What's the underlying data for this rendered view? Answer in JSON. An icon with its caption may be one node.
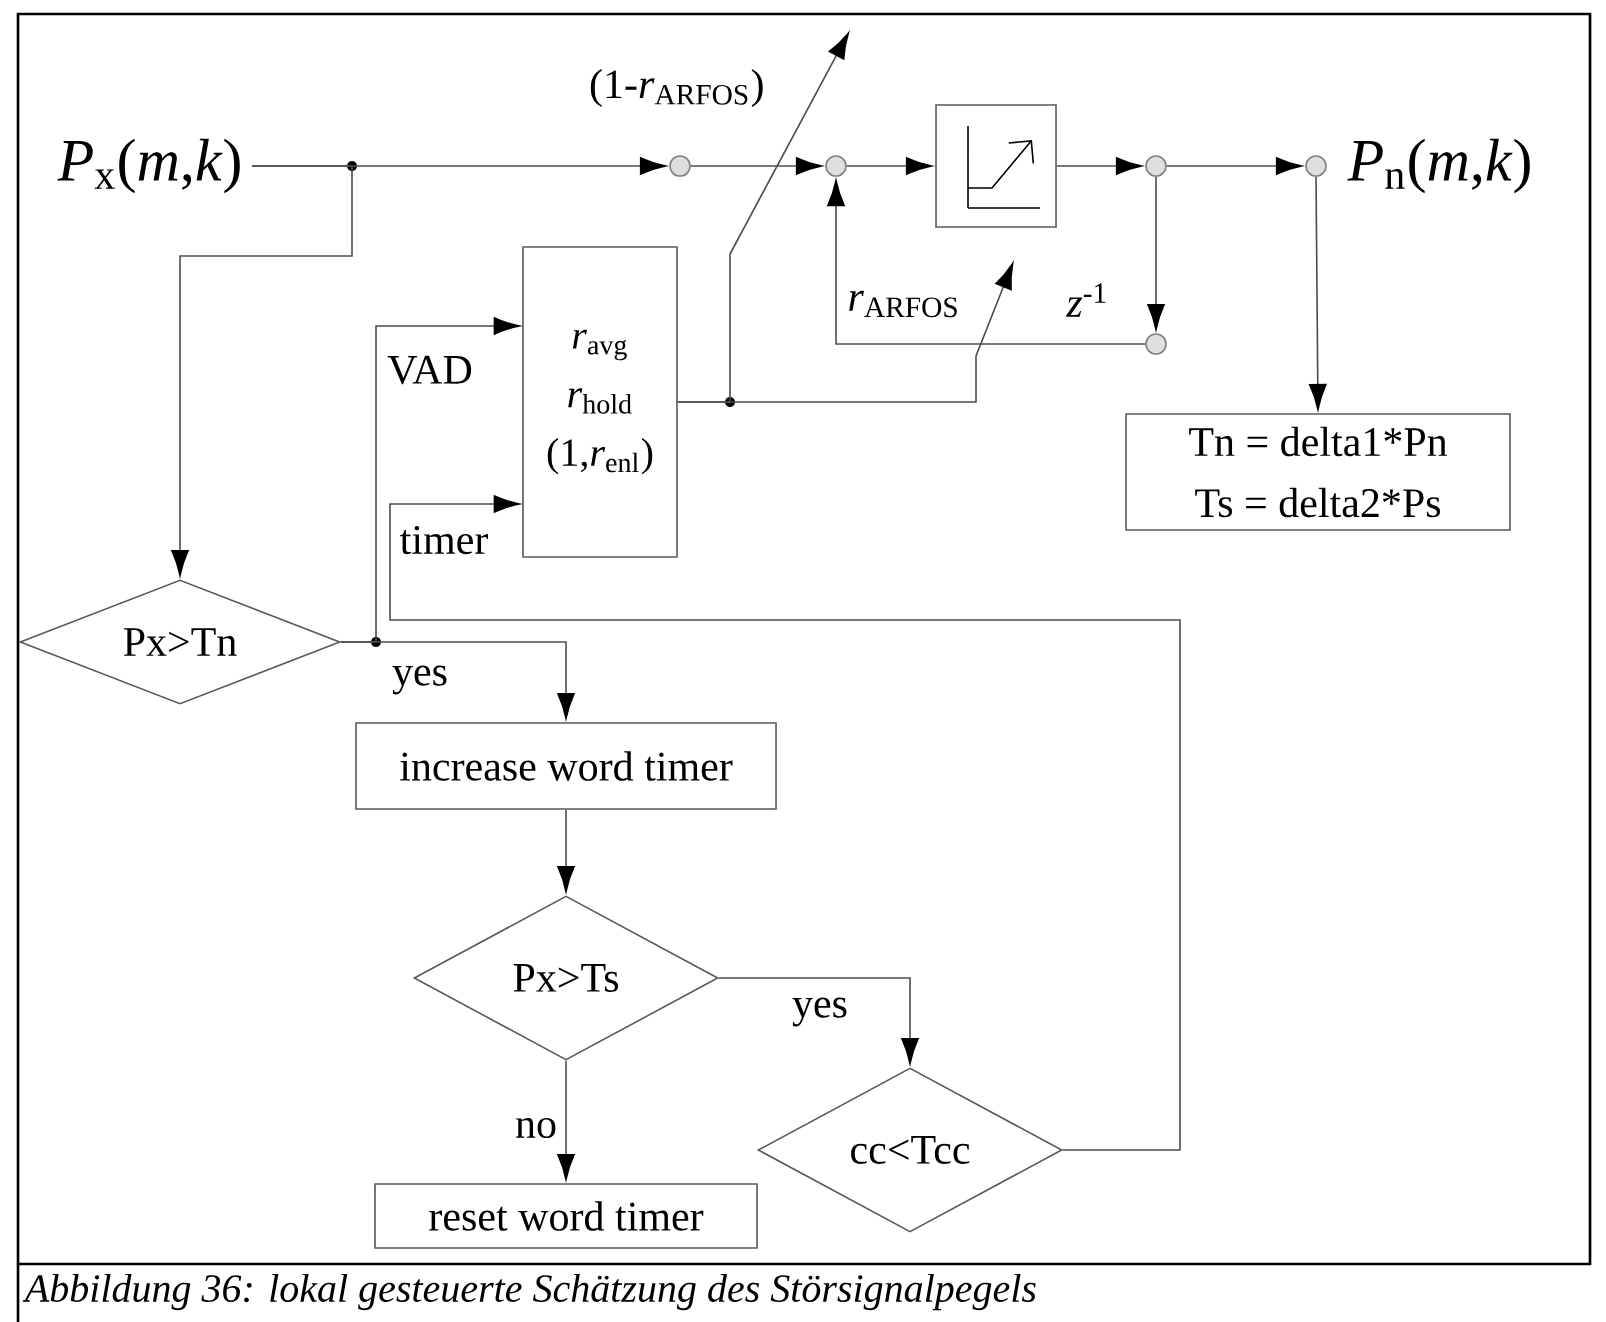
{
  "diagram": {
    "caption": "Abbildung 36: lokal gesteuerte Schätzung des Störsignalpegels",
    "nodes": [
      {
        "text": [
          "*P*$_{x}$(*m*,*k*)"
        ]
      },
      {
        "text": [],
        "shape": "circle"
      },
      {
        "text": [],
        "shape": "circle"
      },
      {
        "text": [],
        "shape": "box"
      },
      {
        "text": [],
        "shape": "circle"
      },
      {
        "text": [],
        "shape": "circle"
      },
      {
        "text": [
          "*P*$_{n}$(*m*,*k*)"
        ]
      },
      {
        "text": [],
        "shape": "circle"
      },
      {
        "text": [
          "*r*$_{avg}$",
          "*r*$_{hold}$",
          "(1,*r*$_{enl}$)"
        ]
      },
      {
        "text": [
          "Tn = delta1*Pn",
          "Ts = delta2*Ps"
        ]
      },
      {
        "text": [
          "Px>Tn"
        ]
      },
      {
        "text": [
          "increase word timer"
        ]
      },
      {
        "text": [
          "Px>Ts"
        ]
      },
      {
        "text": [
          "cc<Tcc"
        ]
      },
      {
        "text": [
          "reset  word timer"
        ]
      }
    ],
    "edges": [
      {
        "from": 0,
        "to": 1,
        "arrow": "to"
      },
      {
        "from": 0,
        "to": 10,
        "arrow": "to"
      },
      {
        "from": 1,
        "to": 2,
        "arrow": "to"
      },
      {
        "from": 2,
        "to": 3,
        "arrow": "to"
      },
      {
        "from": 3,
        "to": 4,
        "arrow": "to"
      },
      {
        "from": 4,
        "to": 5,
        "arrow": "to"
      },
      {
        "from": 5,
        "to": 9,
        "arrow": "to"
      },
      {
        "from": 4,
        "to": 7,
        "arrow": "to",
        "label": "*z*$^{-1}$"
      },
      {
        "from": 7,
        "to": 2,
        "arrow": "to"
      },
      {
        "from": 8,
        "to": null,
        "arrow": "to"
      },
      {
        "from": 8,
        "to": null,
        "arrow": "to"
      },
      {
        "from": 10,
        "to": 8,
        "arrow": "to",
        "label": "VAD"
      },
      {
        "from": 10,
        "to": 11,
        "arrow": "to",
        "label": "yes"
      },
      {
        "from": 11,
        "to": 12,
        "arrow": "to"
      },
      {
        "from": 12,
        "to": 13,
        "arrow": "to",
        "label": "yes"
      },
      {
        "from": 12,
        "to": 14,
        "arrow": "to",
        "label": "no"
      },
      {
        "from": 13,
        "to": 8,
        "arrow": "to",
        "label": "timer"
      }
    ],
    "labels": [
      "(1-*r*$_{ARFOS}$)",
      "*r*$_{ARFOS}$"
    ]
  }
}
